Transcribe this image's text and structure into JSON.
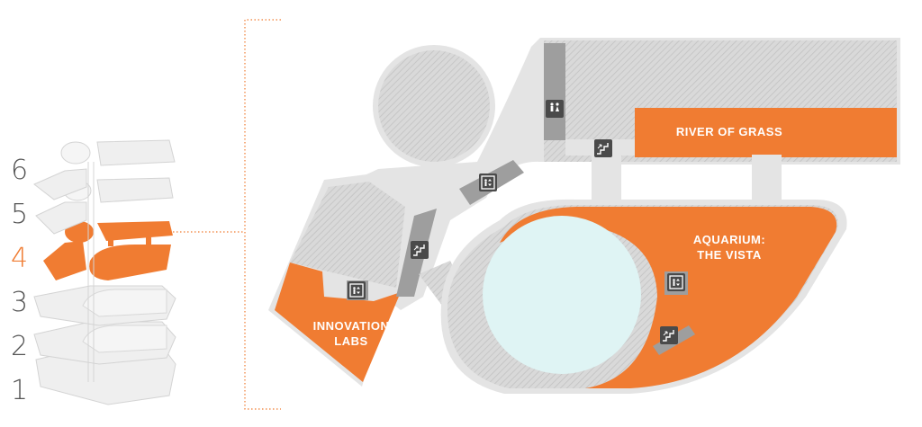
{
  "floors": [
    {
      "label": "6"
    },
    {
      "label": "5"
    },
    {
      "label": "4"
    },
    {
      "label": "3"
    },
    {
      "label": "2"
    },
    {
      "label": "1"
    }
  ],
  "selected_floor": "4",
  "rooms": {
    "river_of_grass": "RIVER OF GRASS",
    "aquarium_line1": "AQUARIUM:",
    "aquarium_line2": "THE VISTA",
    "innovation_line1": "INNOVATION",
    "innovation_line2": "LABS"
  },
  "icons": {
    "restroom": "restroom-icon",
    "elevator": "elevator-icon",
    "stairs": "stairs-icon"
  },
  "colors": {
    "accent": "#f07c32",
    "floor_fill": "#e4e4e4",
    "hatch_fill": "#d2d2d2",
    "tank": "#dff4f4",
    "floor_num": "#555555",
    "icon_bg": "#4a4a4a"
  }
}
